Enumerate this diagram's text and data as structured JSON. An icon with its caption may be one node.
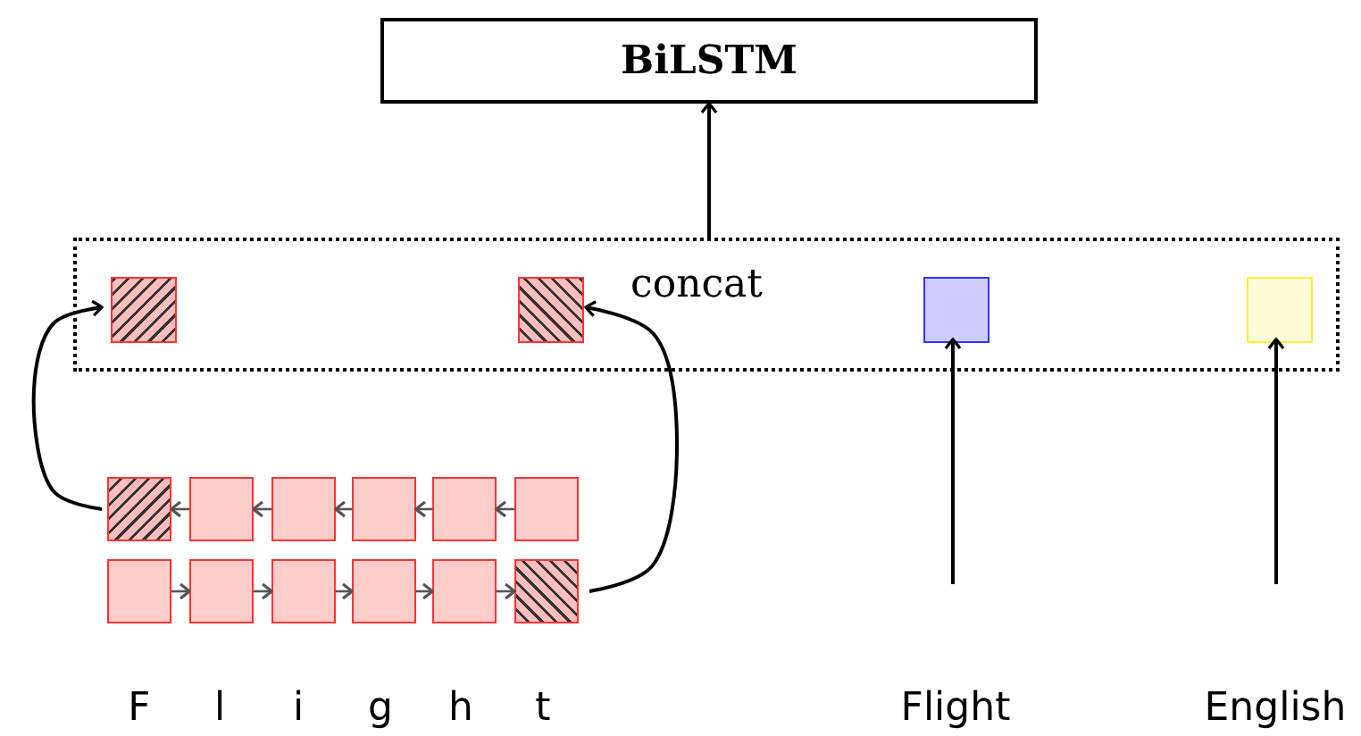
{
  "diagram": {
    "nodes": [
      {
        "text": [
          "BiLSTM"
        ]
      },
      {
        "text": [
          "concat"
        ]
      },
      {
        "text": [],
        "shape": "box",
        "in": 1
      },
      {
        "text": [],
        "shape": "box",
        "in": 1
      },
      {
        "text": [],
        "shape": "box",
        "in": 1
      },
      {
        "text": [],
        "shape": "box",
        "in": 1
      },
      {
        "text": [],
        "shape": "box"
      },
      {
        "text": [],
        "shape": "box"
      },
      {
        "text": [],
        "shape": "box"
      },
      {
        "text": [],
        "shape": "box"
      },
      {
        "text": [],
        "shape": "box"
      },
      {
        "text": [],
        "shape": "box"
      },
      {
        "text": [],
        "shape": "box"
      },
      {
        "text": [],
        "shape": "box"
      },
      {
        "text": [],
        "shape": "box"
      },
      {
        "text": [],
        "shape": "box"
      },
      {
        "text": [],
        "shape": "box"
      },
      {
        "text": [],
        "shape": "box"
      }
    ],
    "edges": [
      {
        "from": 1,
        "to": 0,
        "arrow": "to",
        "color": "#000000"
      },
      {
        "from": 6,
        "to": 2,
        "arrow": "to",
        "color": "#000000"
      },
      {
        "from": 17,
        "to": 3,
        "arrow": "to",
        "color": "#000000"
      },
      {
        "from": null,
        "to": 4,
        "arrow": "to",
        "color": "#000000"
      },
      {
        "from": null,
        "to": 5,
        "arrow": "to",
        "color": "#000000"
      },
      {
        "from": 7,
        "to": 6,
        "arrow": "to"
      },
      {
        "from": 8,
        "to": 7,
        "arrow": "to"
      },
      {
        "from": 9,
        "to": 8,
        "arrow": "to"
      },
      {
        "from": 10,
        "to": 9,
        "arrow": "to"
      },
      {
        "from": 11,
        "to": 10,
        "arrow": "to"
      },
      {
        "from": 12,
        "to": 13,
        "arrow": "to"
      },
      {
        "from": 13,
        "to": 14,
        "arrow": "to"
      },
      {
        "from": 14,
        "to": 15,
        "arrow": "to"
      },
      {
        "from": 15,
        "to": 16,
        "arrow": "to"
      },
      {
        "from": 16,
        "to": 17,
        "arrow": "to"
      }
    ],
    "labels": [
      "F",
      "l",
      "i",
      "g",
      "h",
      "t",
      "Flight",
      "English"
    ]
  }
}
